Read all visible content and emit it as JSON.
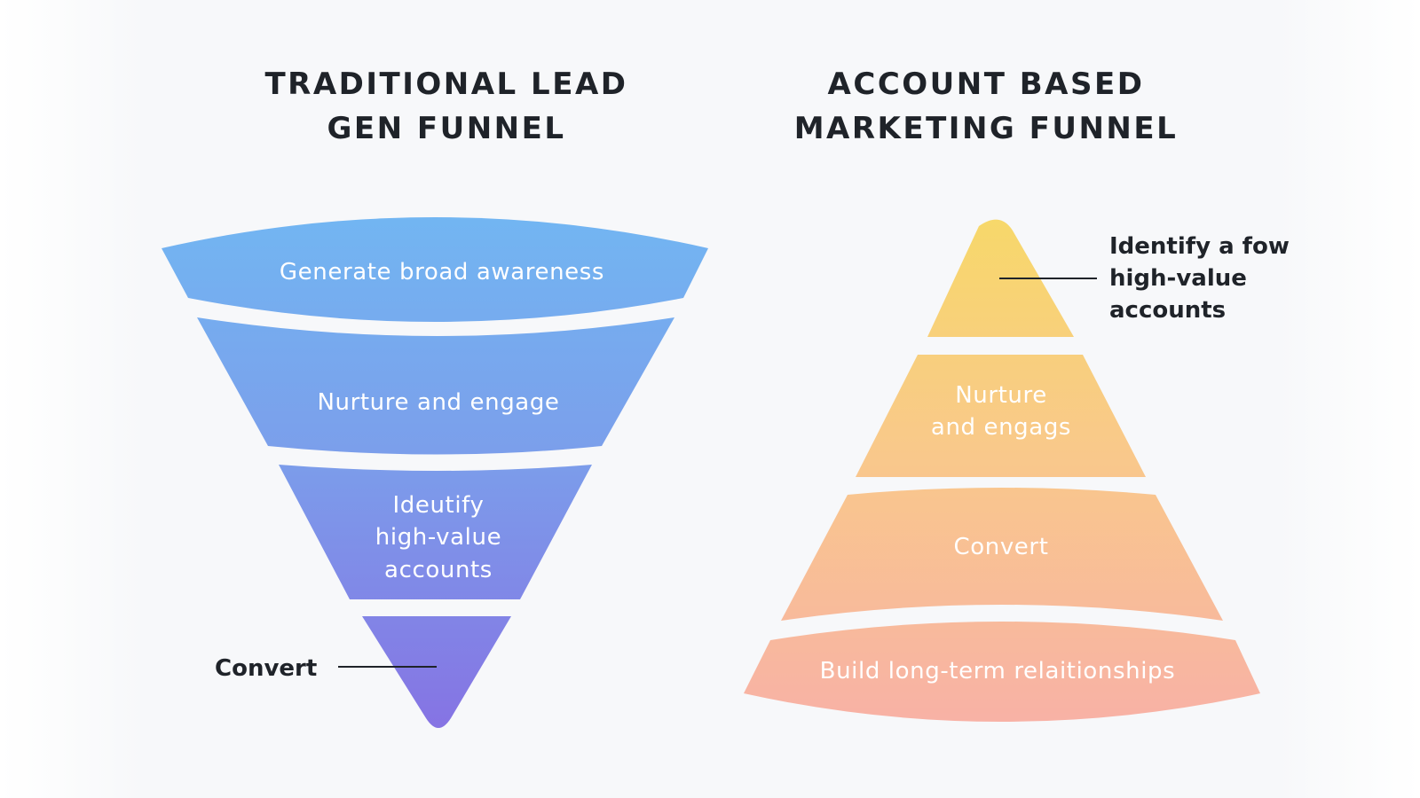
{
  "left_funnel": {
    "title": [
      "TRADITIONAL LEAD",
      "GEN FUNNEL"
    ],
    "segments": [
      {
        "label": [
          "Generate broad awareness"
        ],
        "color": "#74b2ef"
      },
      {
        "label": [
          "Nurture and engage"
        ],
        "color": "#79a4ea"
      },
      {
        "label": [
          "Ideutify",
          "high-value",
          "accounts"
        ],
        "color": "#7e8ee4"
      },
      {
        "label": [],
        "color": "#8474e3"
      }
    ],
    "callout": "Convert"
  },
  "right_funnel": {
    "title": [
      "ACCOUNT BASED",
      "MARKETING FUNNEL"
    ],
    "segments": [
      {
        "label": [],
        "color": "#f7d66a"
      },
      {
        "label": [
          "Nurture",
          "and engags"
        ],
        "color": "#f8cf84"
      },
      {
        "label": [
          "Convert"
        ],
        "color": "#f9c191"
      },
      {
        "label": [
          "Build long-term relaitionships"
        ],
        "color": "#f8b4a3"
      }
    ],
    "callout": [
      "Identify a fow",
      "high-value",
      "accounts"
    ]
  }
}
